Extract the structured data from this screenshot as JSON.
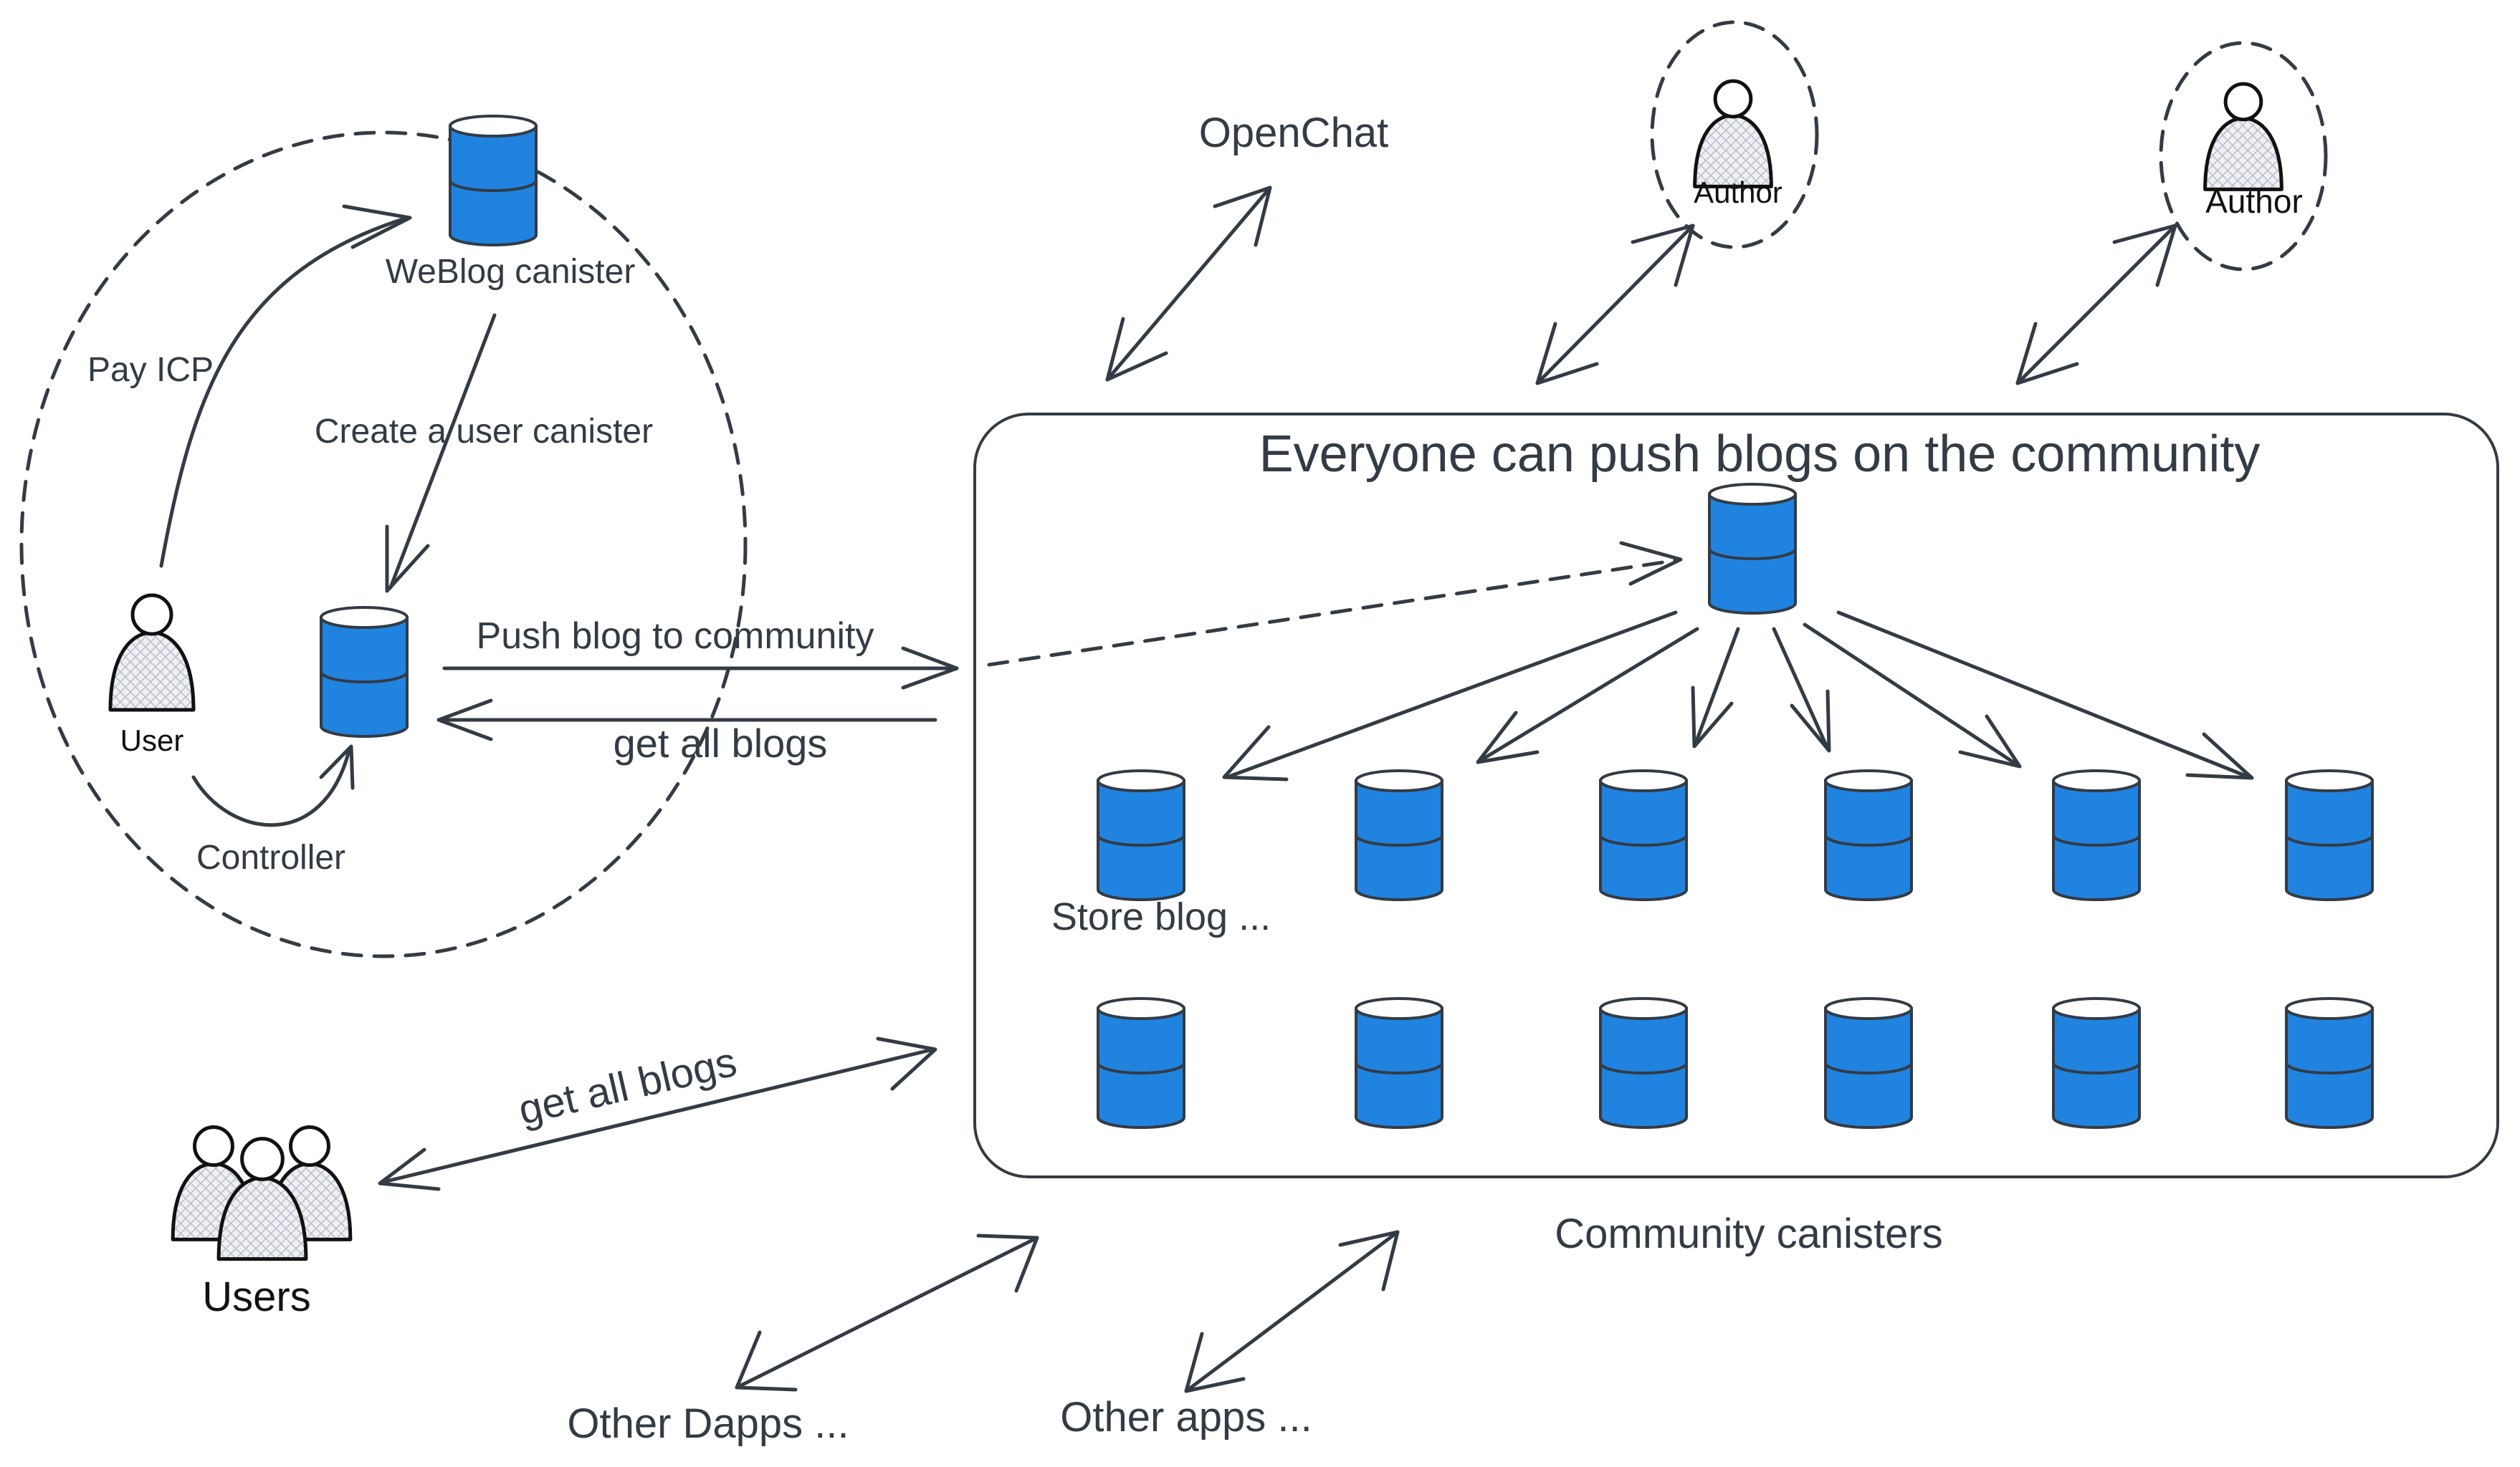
{
  "labels": {
    "weblog_canister": "WeBlog canister",
    "pay_icp": "Pay ICP",
    "create_user_canister": "Create a user canister",
    "user": "User",
    "controller": "Controller",
    "push_blog": "Push blog to community",
    "get_all_blogs_top": "get all blogs",
    "openchat": "OpenChat",
    "author_1": "Author",
    "author_2": "Author",
    "community_title": "Everyone can push blogs on the community",
    "store_blog": "Store blog ...",
    "community_canisters": "Community canisters",
    "get_all_blogs_users": "get all blogs",
    "users": "Users",
    "other_dapps": "Other Dapps ...",
    "other_apps": "Other apps ..."
  },
  "colors": {
    "canister_fill": "#2083e0",
    "stroke": "#333b45",
    "person_fill": "#e6e8ee",
    "background": "#ffffff"
  },
  "icons": [
    "database-icon",
    "person-icon",
    "users-group-icon"
  ]
}
